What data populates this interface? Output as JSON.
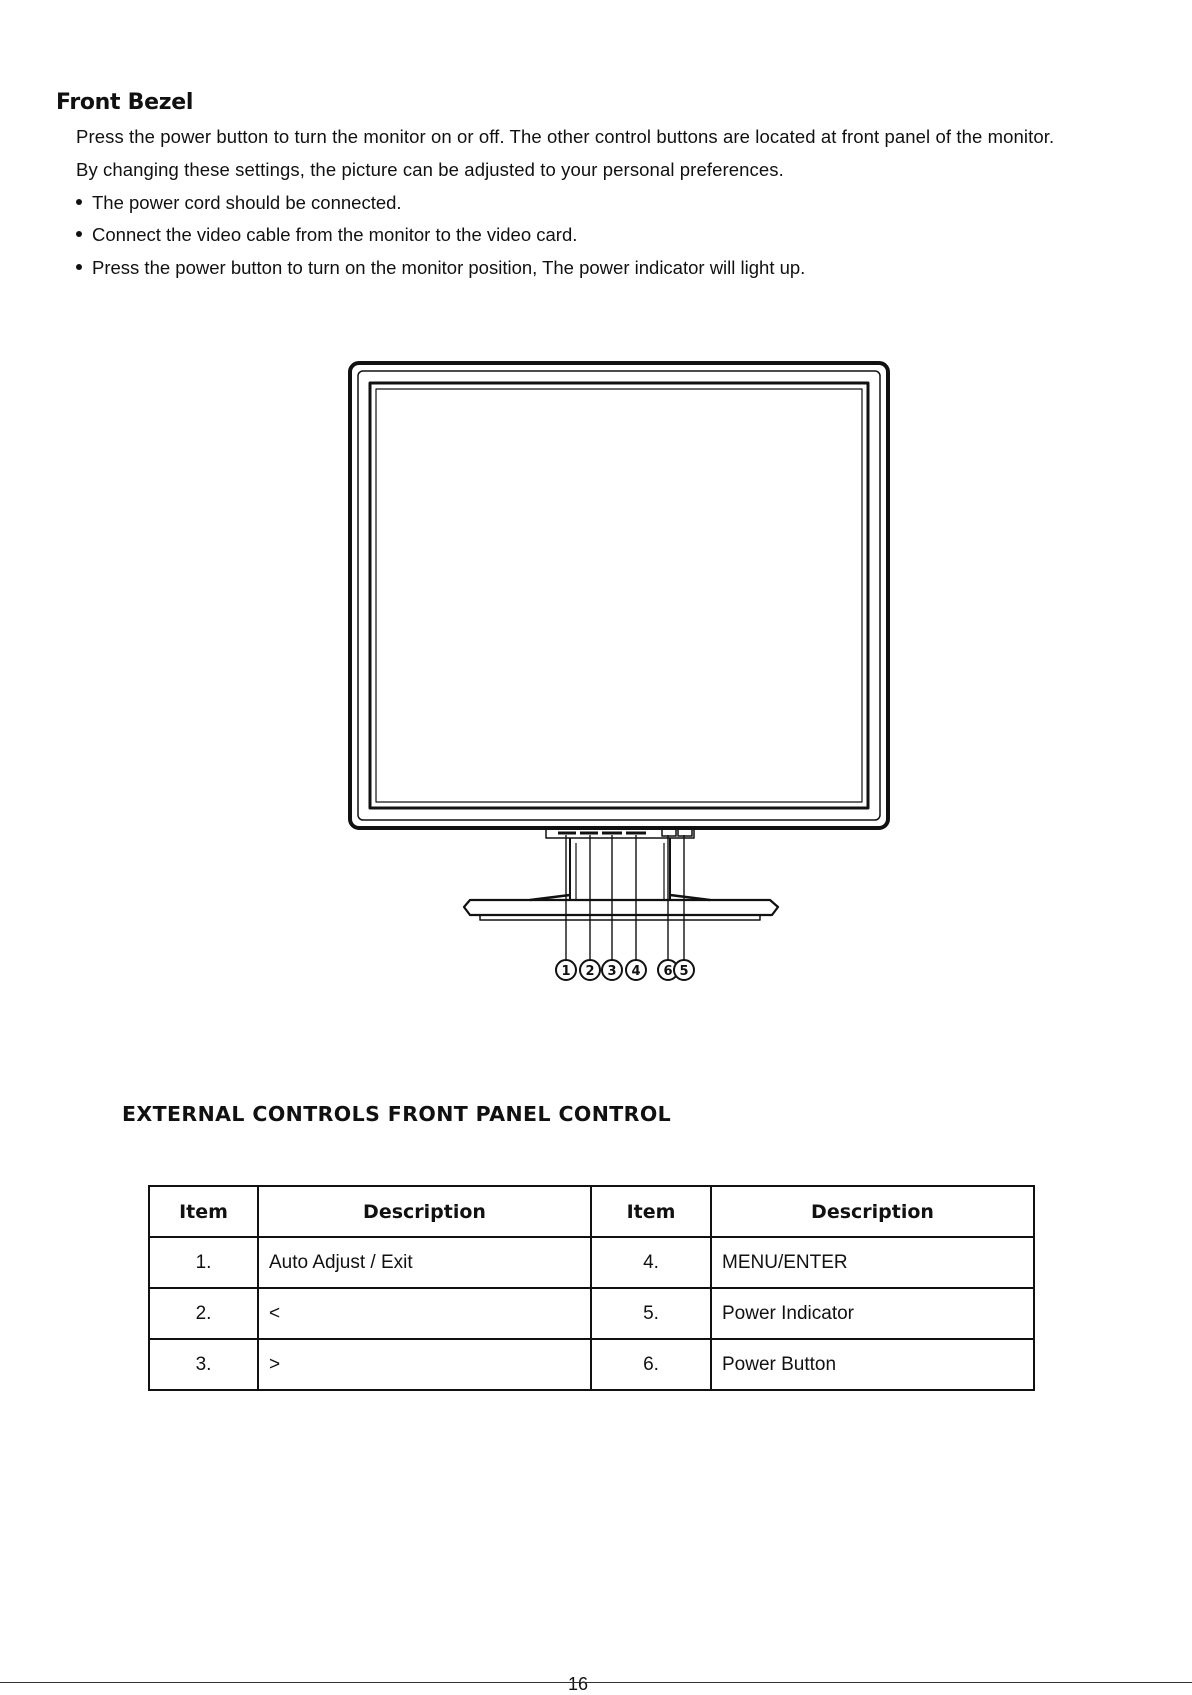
{
  "heading": "Front Bezel",
  "intro": [
    "Press the power button to turn the monitor on or off. The other control buttons are located at front panel of the monitor.",
    "By changing these settings, the picture can be adjusted to your personal preferences."
  ],
  "bullets": [
    "The power cord should be connected.",
    "Connect the video cable from the monitor to the video card.",
    "Press the power button to turn on the monitor position, The power indicator will light up."
  ],
  "figure_callouts": [
    "1",
    "2",
    "3",
    "4",
    "6",
    "5"
  ],
  "section_title": "EXTERNAL CONTROLS FRONT PANEL CONTROL",
  "table": {
    "headers": [
      "Item",
      "Description",
      "Item",
      "Description"
    ],
    "rows": [
      [
        "1.",
        "Auto Adjust / Exit",
        "4.",
        "MENU/ENTER"
      ],
      [
        "2.",
        "<",
        "5.",
        "Power Indicator"
      ],
      [
        "3.",
        ">",
        "6.",
        "Power Button"
      ]
    ]
  },
  "page_number": "16"
}
